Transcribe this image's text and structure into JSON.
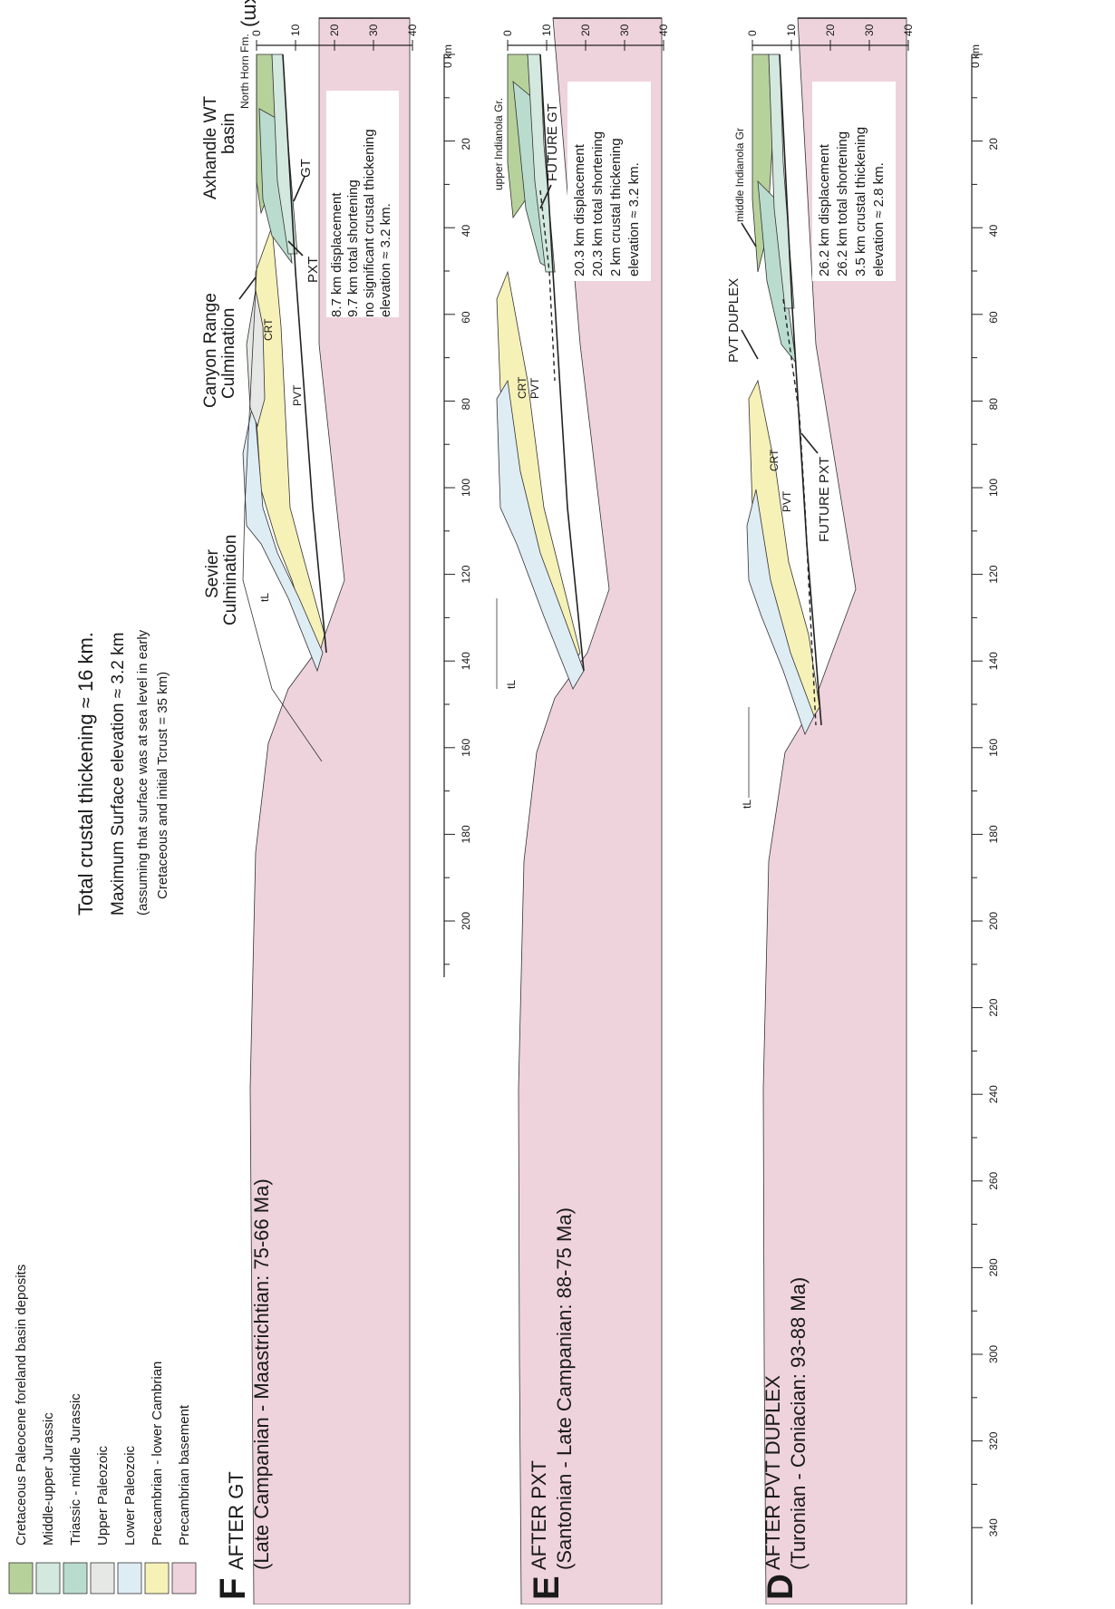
{
  "legend": [
    {
      "label": "Cretaceous Paleocene foreland basin deposits",
      "color": "#b7d19b"
    },
    {
      "label": "Middle-upper Jurassic",
      "color": "#d3e8de"
    },
    {
      "label": "Triassic - middle Jurassic",
      "color": "#b9dccf"
    },
    {
      "label": "Upper Paleozoic",
      "color": "#e6e8e6"
    },
    {
      "label": "Lower Paleozoic",
      "color": "#deecf4"
    },
    {
      "label": "Precambrian - lower Cambrian",
      "color": "#f6f1b7"
    },
    {
      "label": "Precambrian basement",
      "color": "#eed3dd"
    }
  ],
  "summary": {
    "total_thickening": "Total crustal thickening ≈ 16 km.",
    "max_elevation": "Maximum Surface elevation ≈ 3.2 km",
    "assumption_line1": "(assuming that surface was at sea level in early",
    "assumption_line2": "Cretaceous and initial Tcrust = 35 km)"
  },
  "depth_axis": {
    "title": "Depth (km)",
    "ticks": [
      "0",
      "10",
      "20",
      "30",
      "40"
    ]
  },
  "distance_axis": {
    "unit_label": "0 km",
    "ticks": [
      "20",
      "40",
      "60",
      "80",
      "100",
      "120",
      "140",
      "160",
      "180",
      "200",
      "220",
      "240",
      "260",
      "280",
      "300",
      "320",
      "340"
    ]
  },
  "panels": {
    "F": {
      "letter": "F",
      "title": "AFTER GT",
      "subtitle": "(Late Campanian - Maastrichtian: 75-66 Ma)",
      "stats": [
        "8.7 km displacement",
        "9.7 km total shortening",
        "no significant crustal thickening",
        "elevation ≈ 3.2 km."
      ],
      "labels": {
        "axhandle": "Axhandle WT",
        "basin": "basin",
        "north_horn": "North Horn Fm.",
        "gt": "GT",
        "pxt": "PXT",
        "canyon1": "Canyon Range",
        "canyon2": "Culmination",
        "sevier1": "Sevier",
        "sevier2": "Culmination",
        "crt": "CRT",
        "pvt": "PVT",
        "tl": "tL"
      }
    },
    "E": {
      "letter": "E",
      "title": "AFTER PXT",
      "subtitle": "(Santonian - Late Campanian: 88-75 Ma)",
      "stats": [
        "20.3 km displacement",
        "20.3 km total shortening",
        "2 km crustal thickening",
        "elevation ≈ 3.2 km."
      ],
      "labels": {
        "upper_indianola": "upper Indianola Gr.",
        "future_gt": "FUTURE GT",
        "crt": "CRT",
        "pvt": "PVT",
        "tl": "tL"
      }
    },
    "D": {
      "letter": "D",
      "title": "AFTER PVT DUPLEX",
      "subtitle": "(Turonian - Coniacian: 93-88 Ma)",
      "stats": [
        "26.2 km displacement",
        "26.2 km total shortening",
        "3.5 km crustal thickening",
        "elevation ≈ 2.8 km."
      ],
      "labels": {
        "middle_indianola": "middle Indianola Gr",
        "pvt_duplex": "PVT DUPLEX",
        "future_pxt": "FUTURE PXT",
        "crt": "CRT",
        "pvt": "PVT",
        "tl": "tL"
      }
    }
  }
}
